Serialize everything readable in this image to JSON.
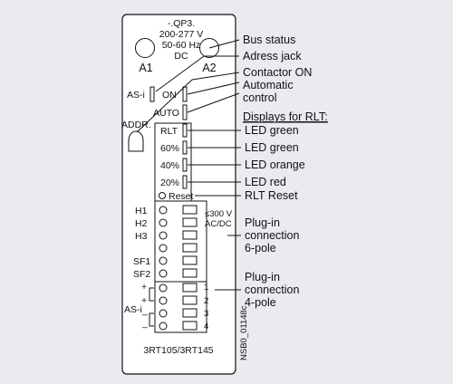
{
  "device": {
    "name": "-.QP3.",
    "voltage": "200-277 V",
    "frequency": "50-60 Hz",
    "dc": "DC",
    "terminal_a1": "A1",
    "terminal_a2": "A2",
    "model": "3RT105/3RT145"
  },
  "front": {
    "asi_label": "AS-i",
    "on_label": "ON",
    "auto_label": "AUTO",
    "addr_label": "ADDR.",
    "rlt_label": "RLT",
    "p60_label": "60%",
    "p40_label": "40%",
    "p20_label": "20%",
    "reset_label": "Reset"
  },
  "terminals": {
    "left_labels": [
      "H1",
      "H2",
      "H3",
      "SF1",
      "SF2"
    ],
    "voltage_label": "≤300 V",
    "acdc_label": "AC/DC",
    "numbers": [
      "1",
      "2",
      "3",
      "4"
    ],
    "plus_1": "+",
    "plus_2": "+",
    "minus_1": "_",
    "minus_2": "_",
    "asi_bus_label": "AS-i"
  },
  "callouts": {
    "bus_status": "Bus status",
    "adress_jack": "Adress jack",
    "contactor_on": "Contactor ON",
    "automatic_line1": "Automatic",
    "automatic_line2": "control",
    "displays_heading": "Displays for RLT:",
    "led_green_1": "LED green",
    "led_green_2": "LED green",
    "led_orange": "LED orange",
    "led_red": "LED red",
    "rlt_reset": "RLT Reset",
    "plugin6_line1": "Plug-in",
    "plugin6_line2": "connection",
    "plugin6_line3": "6-pole",
    "plugin4_line1": "Plug-in",
    "plugin4_line2": "connection",
    "plugin4_line3": "4-pole"
  },
  "figure_id": "NSB0_01148c"
}
